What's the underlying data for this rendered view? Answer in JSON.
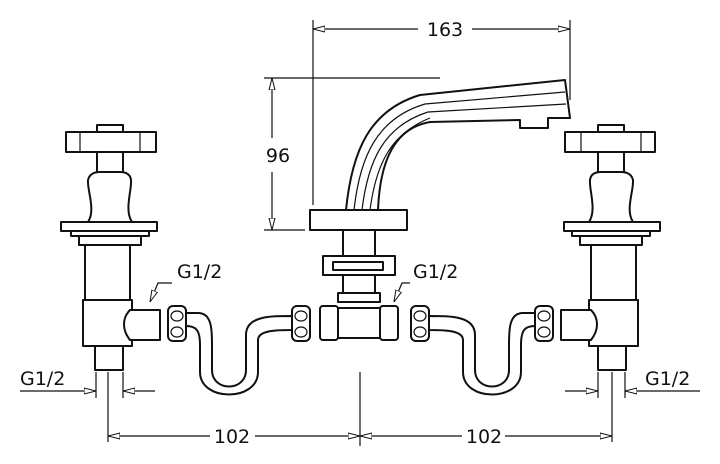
{
  "dimensions": {
    "spout_reach": "163",
    "spout_height": "96",
    "left_spacing": "102",
    "right_spacing": "102"
  },
  "thread_labels": {
    "left_outlet": "G1/2",
    "center_inlet": "G1/2",
    "left_bottom": "G1/2",
    "right_bottom": "G1/2"
  }
}
